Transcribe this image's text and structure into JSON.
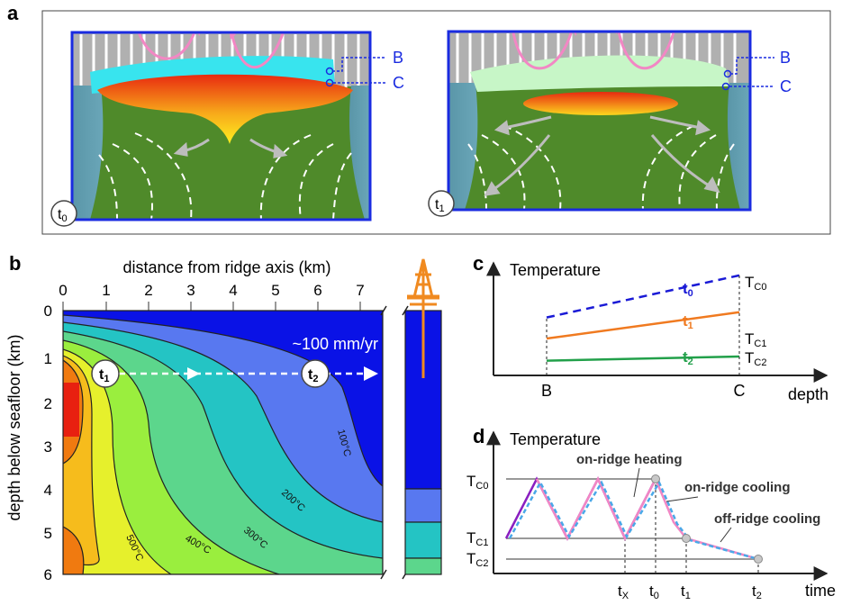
{
  "panel_labels": {
    "a": "a",
    "b": "b",
    "c": "c",
    "d": "d"
  },
  "panel_a": {
    "left_time": "t",
    "left_time_sub": "0",
    "right_time": "t",
    "right_time_sub": "1",
    "label_B": "B",
    "label_C": "C"
  },
  "panel_b": {
    "x_axis_title": "distance from ridge axis (km)",
    "y_axis_title": "depth below seafloor (km)",
    "x_ticks": [
      "0",
      "1",
      "2",
      "3",
      "4",
      "5",
      "6",
      "7"
    ],
    "y_ticks": [
      "0",
      "1",
      "2",
      "3",
      "4",
      "5",
      "6"
    ],
    "spreading_rate": "~100 mm/yr",
    "marker_t1": "t",
    "marker_t1_sub": "1",
    "marker_t2": "t",
    "marker_t2_sub": "2",
    "contours": [
      "100°C",
      "200°C",
      "300°C",
      "400°C",
      "500°C"
    ],
    "colors": {
      "cold": "#0a12e6",
      "c100": "#5878f0",
      "c200": "#24c4c4",
      "c300": "#5cd68c",
      "c400": "#9aee3e",
      "c500": "#e6f02c",
      "c600": "#f6bc1c",
      "c700": "#f07a10",
      "hot": "#e82010"
    }
  },
  "panel_c": {
    "y_label": "Temperature",
    "x_label": "depth",
    "x_tick_B": "B",
    "x_tick_C": "C",
    "series": [
      {
        "label": "t",
        "sub": "0",
        "color": "#1a1ad6",
        "start": 0.55,
        "end": 0.95
      },
      {
        "label": "t",
        "sub": "1",
        "color": "#f07a20",
        "start": 0.35,
        "end": 0.6
      },
      {
        "label": "t",
        "sub": "2",
        "color": "#22a04a",
        "start": 0.14,
        "end": 0.18
      }
    ],
    "end_labels": [
      {
        "main": "T",
        "sub": "C0"
      },
      {
        "main": "T",
        "sub": "C1"
      },
      {
        "main": "T",
        "sub": "C2"
      }
    ]
  },
  "panel_d": {
    "y_label": "Temperature",
    "x_label": "time",
    "y_ticks": [
      {
        "main": "T",
        "sub": "C0"
      },
      {
        "main": "T",
        "sub": "C1"
      },
      {
        "main": "T",
        "sub": "C2"
      }
    ],
    "x_ticks": [
      {
        "main": "t",
        "sub": "X"
      },
      {
        "main": "t",
        "sub": "0"
      },
      {
        "main": "t",
        "sub": "1"
      },
      {
        "main": "t",
        "sub": "2"
      }
    ],
    "annotations": [
      "on-ridge heating",
      "on-ridge cooling",
      "off-ridge cooling"
    ]
  }
}
